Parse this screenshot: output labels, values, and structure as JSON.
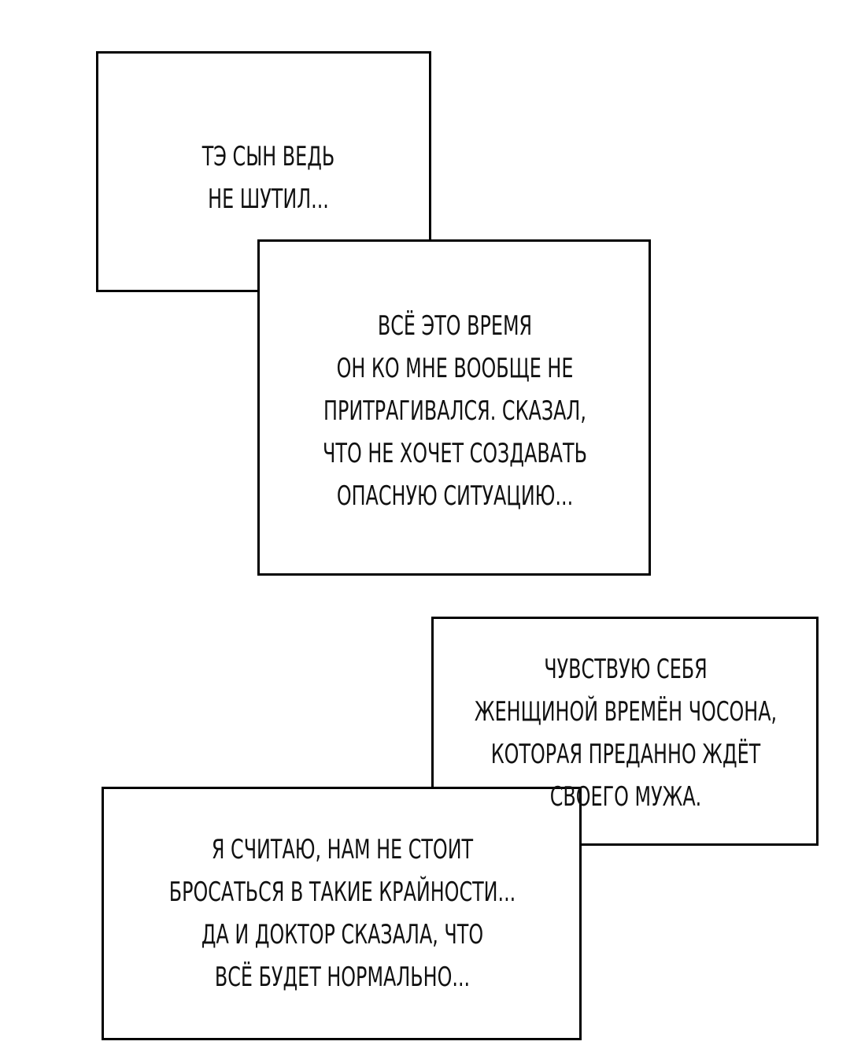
{
  "captions": {
    "c1": {
      "lines": [
        "ТЭ СЫН ВЕДЬ",
        "НЕ ШУТИЛ..."
      ]
    },
    "c2": {
      "lines": [
        "ВСЁ ЭТО ВРЕМЯ",
        "ОН КО МНЕ ВООБЩЕ НЕ",
        "ПРИТРАГИВАЛСЯ. СКАЗАЛ,",
        "ЧТО НЕ ХОЧЕТ СОЗДАВАТЬ",
        "ОПАСНУЮ СИТУАЦИЮ..."
      ]
    },
    "c3": {
      "lines": [
        "ЧУВСТВУЮ СЕБЯ",
        "ЖЕНЩИНОЙ ВРЕМЁН ЧОСОНА,",
        "КОТОРАЯ ПРЕДАННО ЖДЁТ",
        "СВОЕГО МУЖА."
      ]
    },
    "c4": {
      "lines": [
        "Я СЧИТАЮ, НАМ НЕ СТОИТ",
        "БРОСАТЬСЯ В ТАКИЕ КРАЙНОСТИ...",
        "ДА И ДОКТОР СКАЗАЛА, ЧТО",
        "ВСЁ БУДЕТ НОРМАЛЬНО..."
      ]
    }
  }
}
